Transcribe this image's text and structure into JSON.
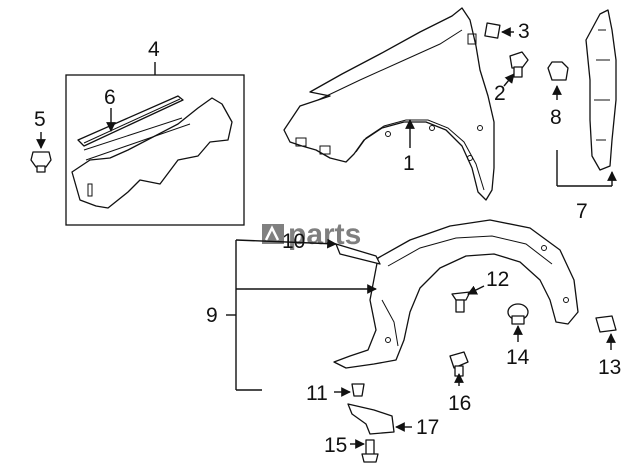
{
  "watermark": "parts",
  "callouts": [
    {
      "id": "1",
      "label": "1"
    },
    {
      "id": "2",
      "label": "2"
    },
    {
      "id": "3",
      "label": "3"
    },
    {
      "id": "4",
      "label": "4"
    },
    {
      "id": "5",
      "label": "5"
    },
    {
      "id": "6",
      "label": "6"
    },
    {
      "id": "7",
      "label": "7"
    },
    {
      "id": "8",
      "label": "8"
    },
    {
      "id": "9",
      "label": "9"
    },
    {
      "id": "10",
      "label": "10"
    },
    {
      "id": "11",
      "label": "11"
    },
    {
      "id": "12",
      "label": "12"
    },
    {
      "id": "13",
      "label": "13"
    },
    {
      "id": "14",
      "label": "14"
    },
    {
      "id": "15",
      "label": "15"
    },
    {
      "id": "16",
      "label": "16"
    },
    {
      "id": "17",
      "label": "17"
    }
  ]
}
